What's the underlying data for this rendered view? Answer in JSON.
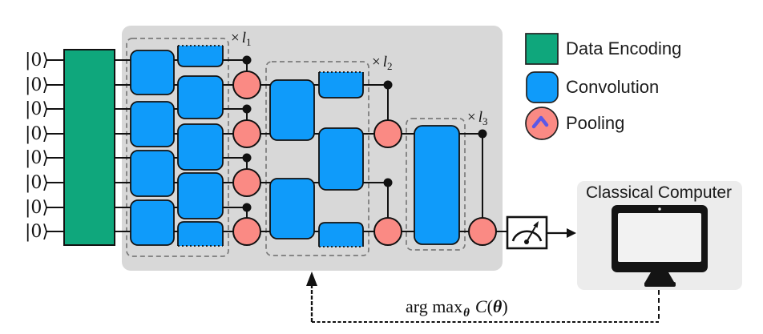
{
  "figure": {
    "qubits": [
      "|0⟩",
      "|0⟩",
      "|0⟩",
      "|0⟩",
      "|0⟩",
      "|0⟩",
      "|0⟩",
      "|0⟩"
    ],
    "layers": [
      {
        "times": "×",
        "symbol": "l",
        "sub": "1"
      },
      {
        "times": "×",
        "symbol": "l",
        "sub": "2"
      },
      {
        "times": "×",
        "symbol": "l",
        "sub": "3"
      }
    ],
    "feedback": {
      "argmax": "arg max",
      "subscript": "θ",
      "func": "C",
      "lparen": "(",
      "arg": "θ",
      "rparen": ")"
    }
  },
  "legend": {
    "items": [
      {
        "id": "data-encoding",
        "label": "Data Encoding"
      },
      {
        "id": "convolution",
        "label": "Convolution"
      },
      {
        "id": "pooling",
        "label": "Pooling"
      }
    ]
  },
  "computer": {
    "title": "Classical Computer"
  },
  "icons": {
    "measurement": "gauge-icon",
    "classical_computer": "monitor-icon",
    "pooling_legend": "bent-arrow-icon"
  },
  "colors": {
    "data_encoding": "#0FA77C",
    "convolution": "#0F9BFA",
    "pooling": "#FA8A84",
    "circuit_panel": "#D8D8D8",
    "computer_panel": "#ECECEC",
    "wire": "#111111",
    "pooling_arrow": "#5B58E8"
  }
}
